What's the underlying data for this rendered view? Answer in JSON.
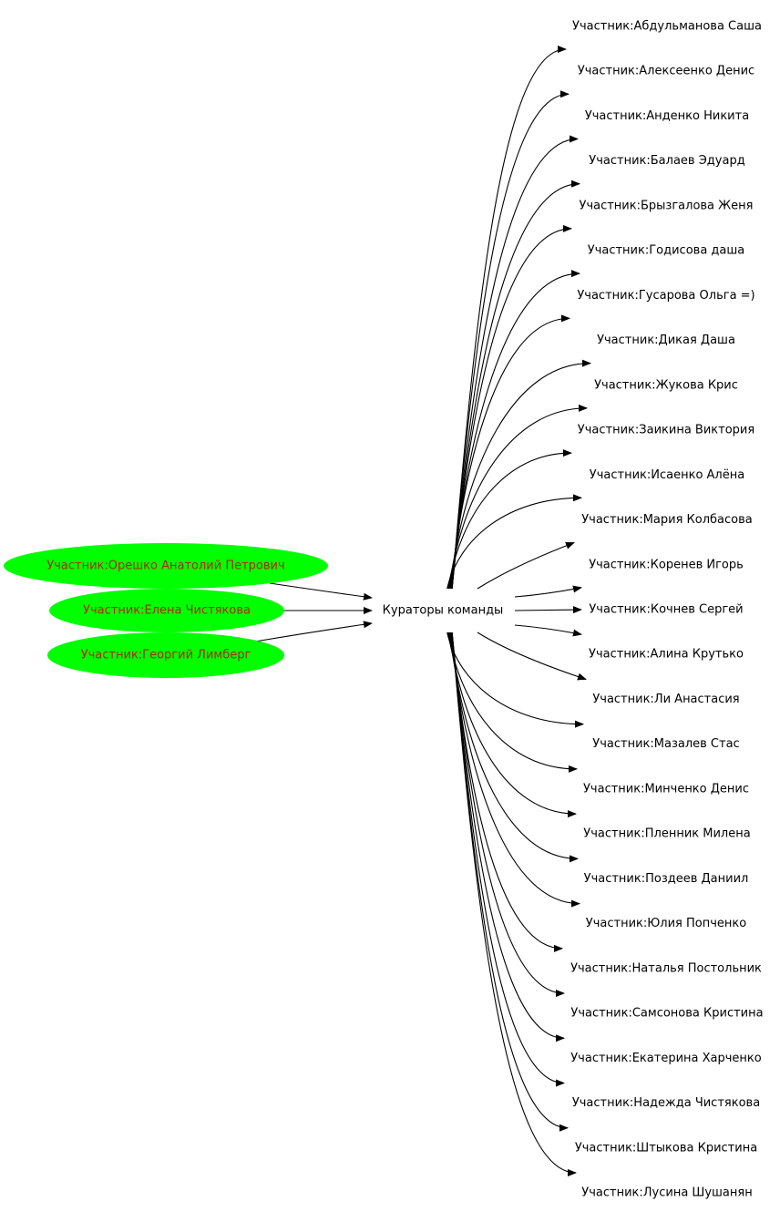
{
  "colors": {
    "source_fill": "#00ff00",
    "source_text": "#aa2a00",
    "edge": "#000000"
  },
  "hub": {
    "label": "Кураторы команды"
  },
  "sources": [
    {
      "label": "Участник:Орешко Анатолий Петрович"
    },
    {
      "label": "Участник:Елена Чистякова"
    },
    {
      "label": "Участник:Георгий Лимберг"
    }
  ],
  "targets": [
    {
      "label": "Участник:Абдульманова Саша"
    },
    {
      "label": "Участник:Алексеенко Денис"
    },
    {
      "label": "Участник:Анденко Никита"
    },
    {
      "label": "Участник:Балаев Эдуард"
    },
    {
      "label": "Участник:Брызгалова Женя"
    },
    {
      "label": "Участник:Годисова даша"
    },
    {
      "label": "Участник:Гусарова Ольга =)"
    },
    {
      "label": "Участник:Дикая Даша"
    },
    {
      "label": "Участник:Жукова Крис"
    },
    {
      "label": "Участник:Заикина Виктория"
    },
    {
      "label": "Участник:Исаенко Алёна"
    },
    {
      "label": "Участник:Мария Колбасова"
    },
    {
      "label": "Участник:Коренев Игорь"
    },
    {
      "label": "Участник:Кочнев Сергей"
    },
    {
      "label": "Участник:Алина Крутько"
    },
    {
      "label": "Участник:Ли Анастасия"
    },
    {
      "label": "Участник:Мазалев Стас"
    },
    {
      "label": "Участник:Минченко Денис"
    },
    {
      "label": "Участник:Пленник Милена"
    },
    {
      "label": "Участник:Поздеев Даниил"
    },
    {
      "label": "Участник:Юлия Попченко"
    },
    {
      "label": "Участник:Наталья Постольник"
    },
    {
      "label": "Участник:Самсонова Кристина"
    },
    {
      "label": "Участник:Екатерина Харченко"
    },
    {
      "label": "Участник:Надежда Чистякова"
    },
    {
      "label": "Участник:Штыкова Кристина"
    },
    {
      "label": "Участник:Лусина Шушанян"
    }
  ]
}
